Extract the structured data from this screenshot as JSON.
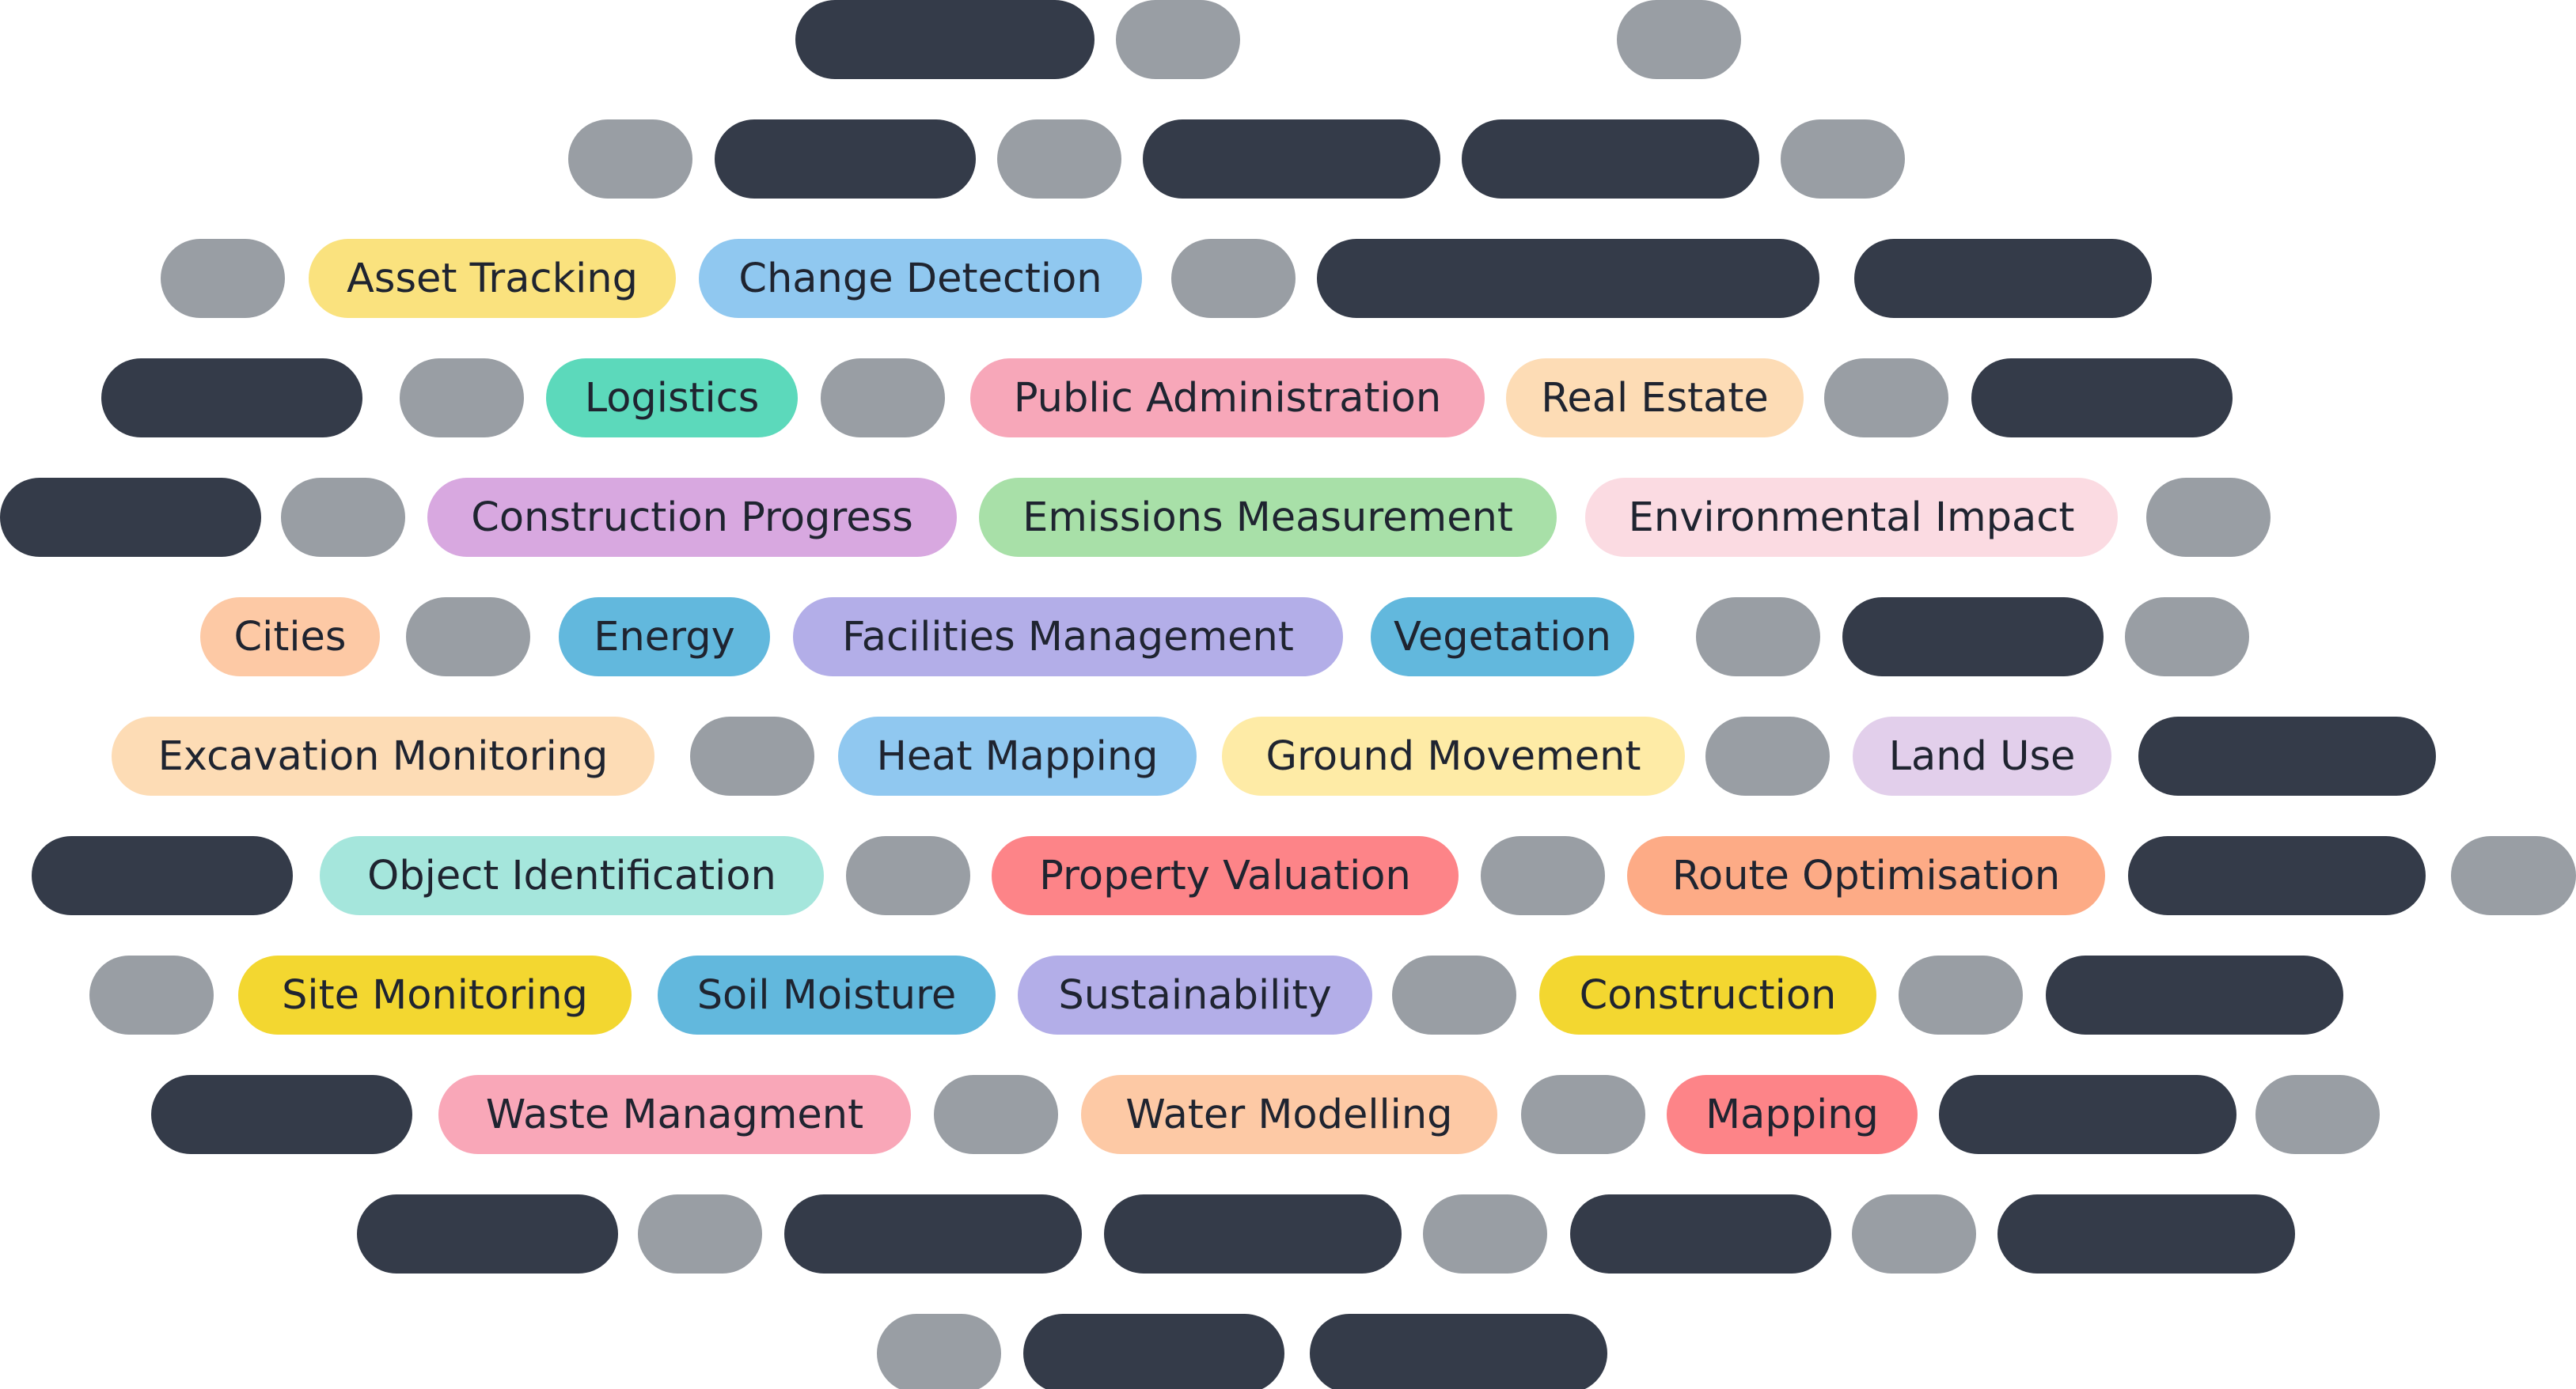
{
  "tags": [
    "Asset Tracking",
    "Change Detection",
    "Logistics",
    "Public Administration",
    "Real Estate",
    "Construction Progress",
    "Emissions Measurement",
    "Environmental Impact",
    "Cities",
    "Energy",
    "Facilities Management",
    "Vegetation",
    "Excavation Monitoring",
    "Heat Mapping",
    "Ground Movement",
    "Land Use",
    "Object Identification",
    "Property Valuation",
    "Route Optimisation",
    "Site Monitoring",
    "Soil Moisture",
    "Sustainability",
    "Construction",
    "Waste Managment",
    "Water Modelling",
    "Mapping"
  ],
  "colors": {
    "dark_placeholder": "#343b49",
    "grey_placeholder": "#999ea4",
    "text": "#1f2430",
    "tag_colors": {
      "Asset Tracking": "#fae27e",
      "Change Detection": "#90c8f0",
      "Logistics": "#5cd9bb",
      "Public Administration": "#f7a7b9",
      "Real Estate": "#fddcb5",
      "Construction Progress": "#d8a8e0",
      "Emissions Measurement": "#a8e0a8",
      "Environmental Impact": "#fbdbe2",
      "Cities": "#fdc9a5",
      "Energy": "#62b8dd",
      "Facilities Management": "#b3aee8",
      "Vegetation": "#62b8dd",
      "Excavation Monitoring": "#fddcb5",
      "Heat Mapping": "#90c8f0",
      "Ground Movement": "#feeba6",
      "Land Use": "#e2cfeb",
      "Object Identification": "#a5e6dc",
      "Property Valuation": "#fd8488",
      "Route Optimisation": "#fdab86",
      "Site Monitoring": "#f3d730",
      "Soil Moisture": "#62b8dd",
      "Sustainability": "#b3aee8",
      "Construction": "#f3d730",
      "Waste Managment": "#f9a7b8",
      "Water Modelling": "#fdc9a5",
      "Mapping": "#fd8488"
    }
  }
}
